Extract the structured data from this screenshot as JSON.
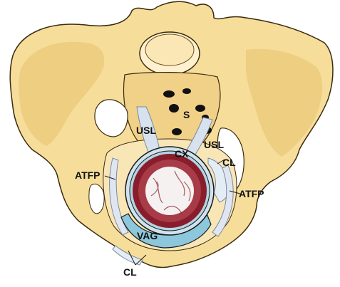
{
  "labels": {
    "s": "S",
    "usl_left": "USL",
    "usl_right": "USL",
    "cx": "CX",
    "cl_right": "CL",
    "cl_bottom": "CL",
    "atfp_left": "ATFP",
    "atfp_right": "ATFP",
    "vag": "VAG"
  },
  "colors": {
    "bone": "#f6dd9a",
    "bone_shadow": "#e8c36f",
    "bone_outline": "#3a2a10",
    "cartilage": "#fff8e6",
    "cervix": "#8a1d2b",
    "cervix_core": "#f5f1f1",
    "ligament": "#d8e2ef",
    "ligament_line": "#7a8aa0",
    "vagina": "#8cc7dc",
    "outline": "#1a1a1a"
  }
}
